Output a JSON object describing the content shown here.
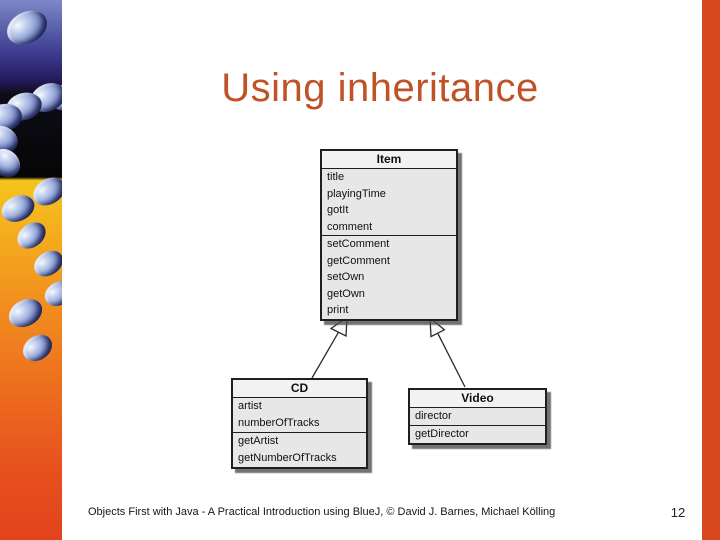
{
  "slide": {
    "title": "Using inheritance",
    "footer": "Objects First with Java - A Practical Introduction using BlueJ, © David J. Barnes, Michael Kölling",
    "page_number": "12"
  },
  "diagram": {
    "type": "uml-class-diagram",
    "classes": [
      {
        "name": "Item",
        "fields": [
          "title",
          "playingTime",
          "gotIt",
          "comment"
        ],
        "methods": [
          "setComment",
          "getComment",
          "setOwn",
          "getOwn",
          "print"
        ]
      },
      {
        "name": "CD",
        "fields": [
          "artist",
          "numberOfTracks"
        ],
        "methods": [
          "getArtist",
          "getNumberOfTracks"
        ]
      },
      {
        "name": "Video",
        "fields": [
          "director"
        ],
        "methods": [
          "getDirector"
        ]
      }
    ],
    "relations": [
      {
        "from": "CD",
        "to": "Item",
        "type": "inheritance"
      },
      {
        "from": "Video",
        "to": "Item",
        "type": "inheritance"
      }
    ]
  },
  "colors": {
    "title_text": "#c05227",
    "right_bar": "#d8481d",
    "box_fill": "#e7e7e7",
    "box_header_fill": "#f2f2f2",
    "box_border": "#1f1f1f",
    "footer_text": "#161616",
    "sidebar_blue_top": "#7d88c8",
    "sidebar_orange_bottom": "#e2431d"
  }
}
